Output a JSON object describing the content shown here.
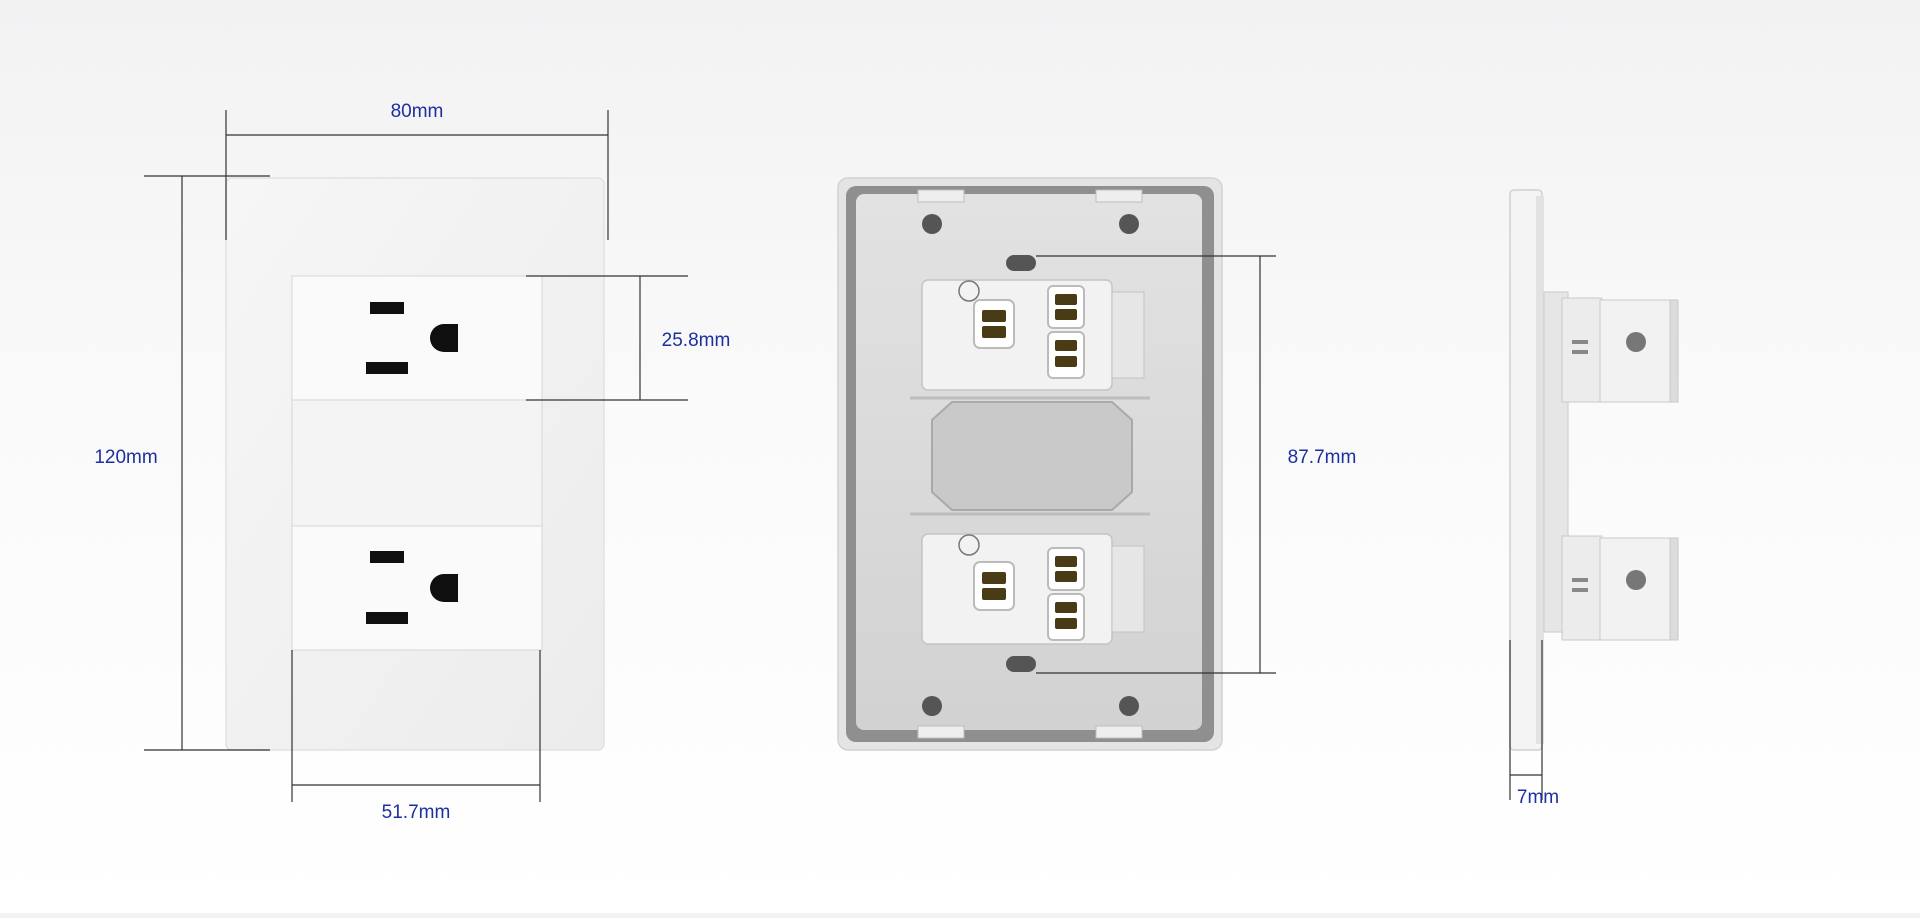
{
  "colors": {
    "dimension_text": "#1c2fa0",
    "dimension_line": "#333333",
    "plate": "#f3f3f3",
    "module": "#fafafa",
    "back_frame": "#8f8f8f",
    "back_panel": "#d9d9d9",
    "terminal": "#4a3b17"
  },
  "dimensions": {
    "width": "80mm",
    "height": "120mm",
    "module_height": "25.8mm",
    "module_width": "51.7mm",
    "back_height": "87.7mm",
    "depth": "7mm"
  }
}
